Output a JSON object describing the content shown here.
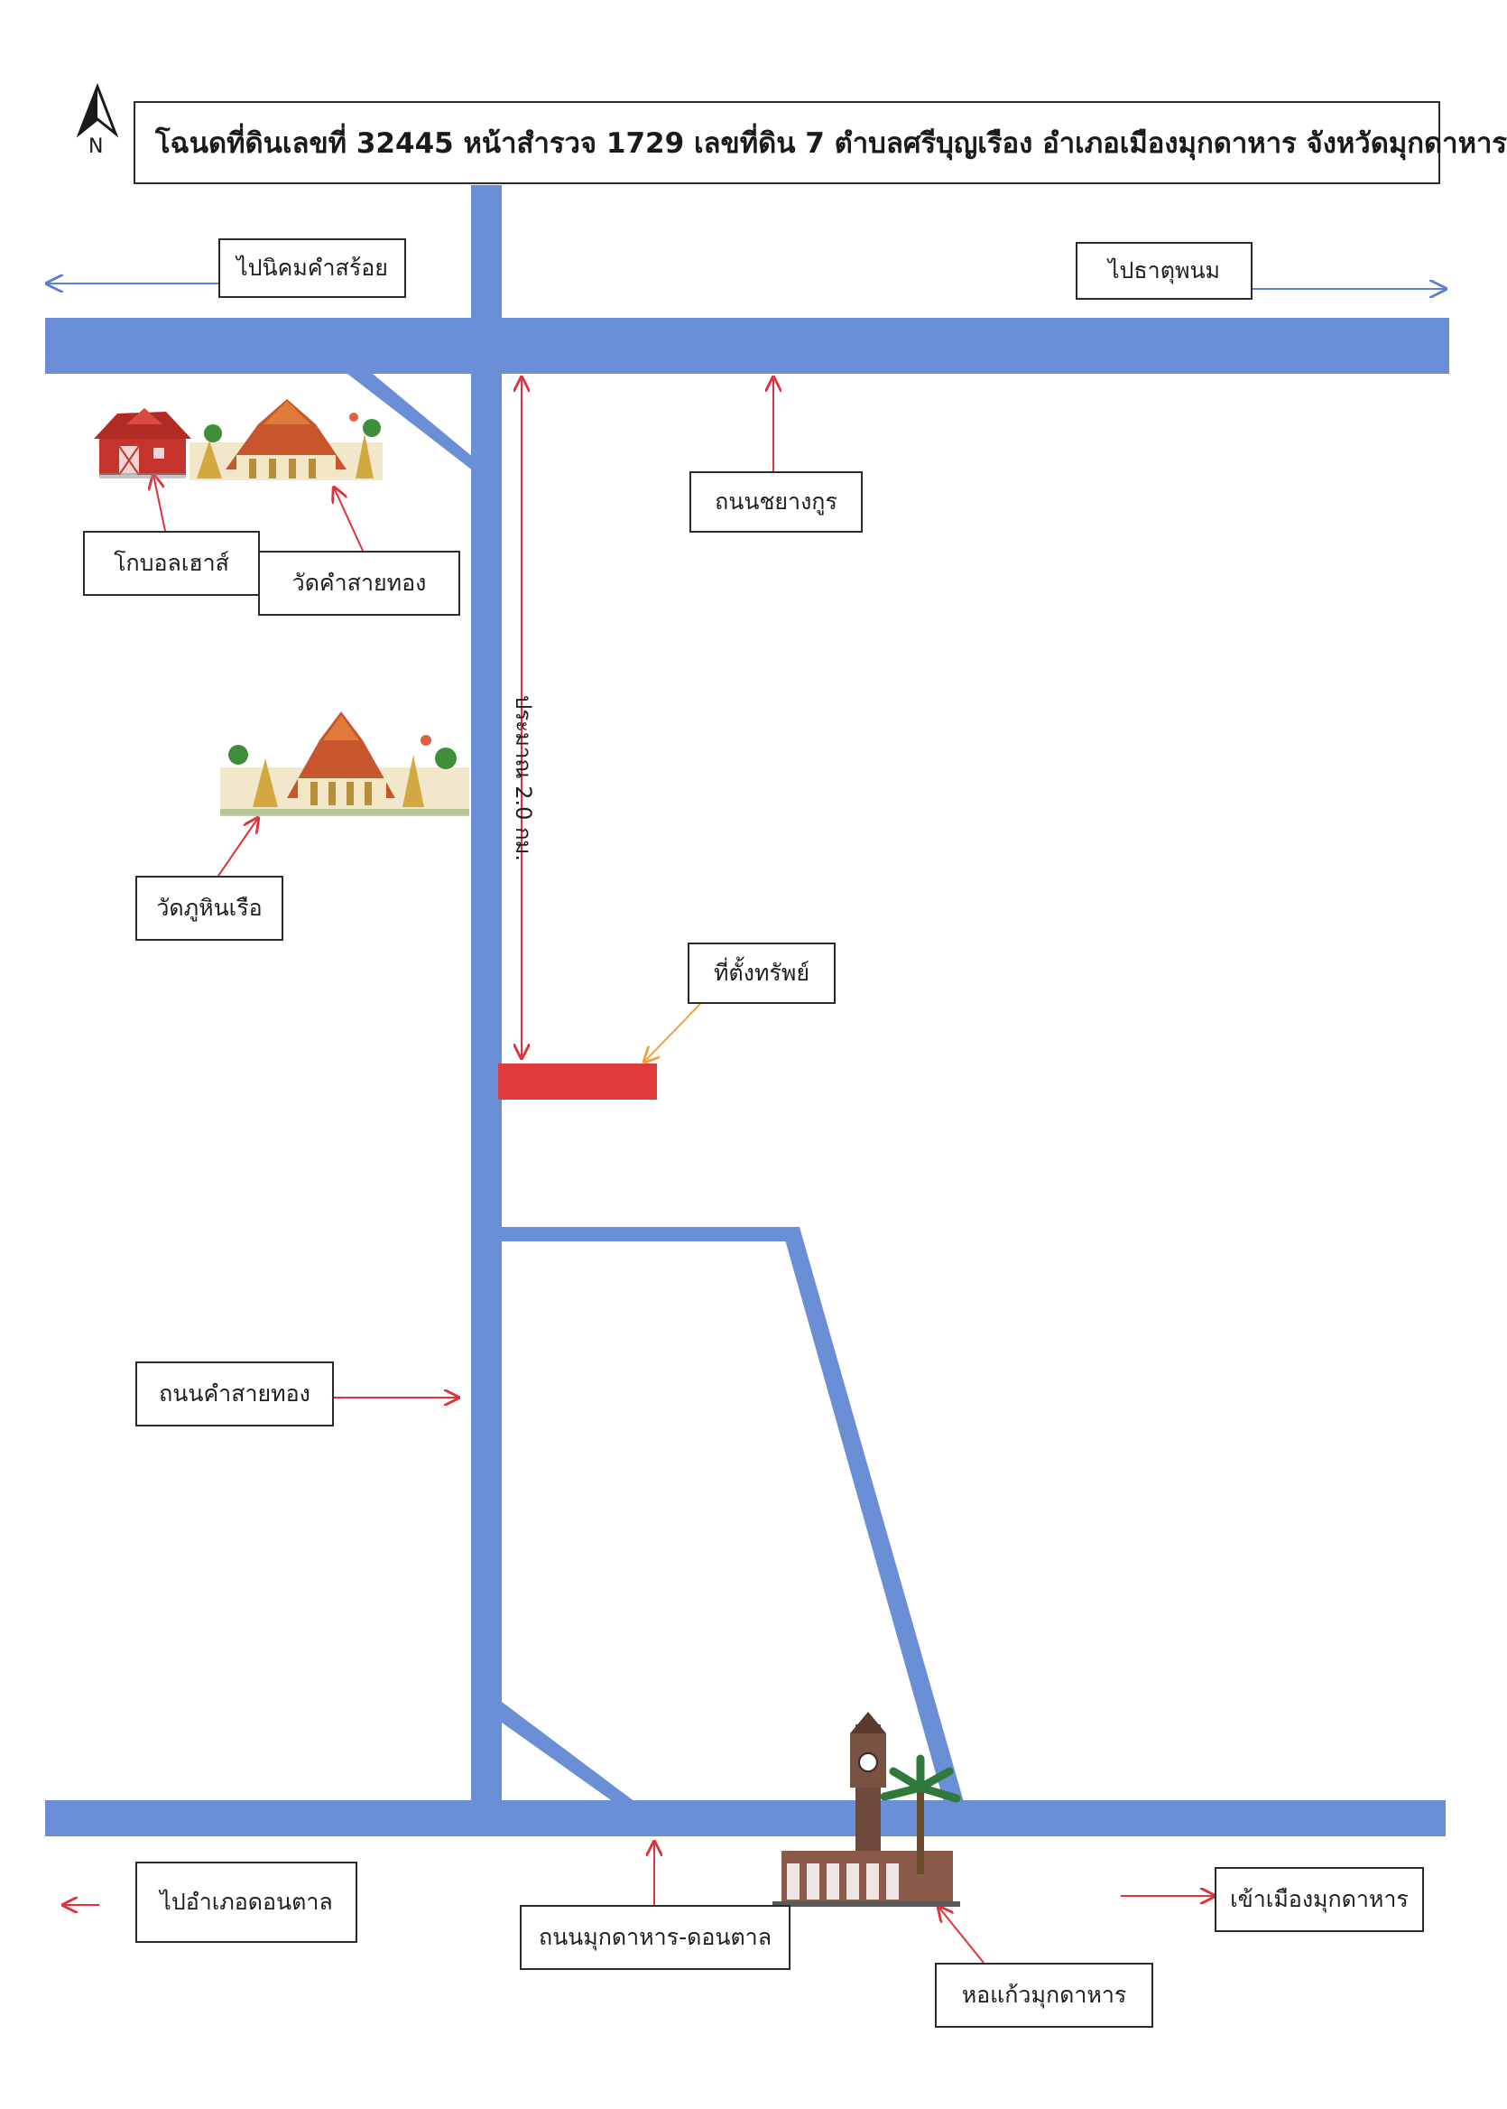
{
  "title": "โฉนดที่ดินเลขที่  32445 หน้าสำรวจ 1729  เลขที่ดิน 7 ตำบลศรีบุญเรือง อำเภอเมืองมุกดาหาร จังหวัดมุกดาหาร",
  "north_label": "N",
  "colors": {
    "road": "#6a8fd6",
    "property": "#e03a3a",
    "pointer_arrow": "#e0323a",
    "direction_arrow": "#5a7fd6",
    "property_pointer": "#f2a040"
  },
  "labels": {
    "to_nikhom": "ไปนิคมคำสร้อย",
    "to_that_phanom": "ไปธาตุพนม",
    "chayangkun_road": "ถนนชยางกูร",
    "global_house": "โกบอลเฮาส์",
    "wat_kham_sai_thong": "วัดคำสายทอง",
    "wat_phu_hin_ruea": "วัดภูหินเรือ",
    "property_location": "ที่ตั้งทรัพย์",
    "kham_sai_thong_road": "ถนนคำสายทอง",
    "to_don_tan": "ไปอำเภอดอนตาล",
    "mukdahan_don_tan_road": "ถนนมุกดาหาร-ดอนตาล",
    "into_mukdahan": "เข้าเมืองมุกดาหาร",
    "ho_kaeo_mukdahan": "หอแก้วมุกดาหาร"
  },
  "distance": "ประมาณ 2.0 กม."
}
